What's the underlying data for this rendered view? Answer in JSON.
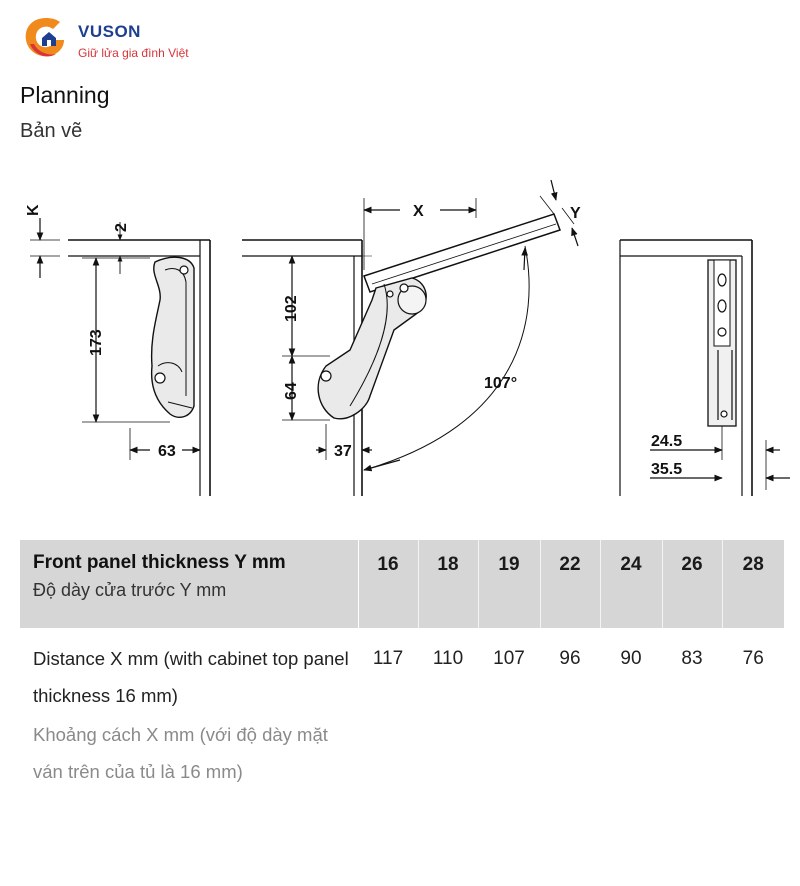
{
  "brand": {
    "name": "VUSON",
    "slogan": "Giữ lửa gia đình Việt",
    "colors": {
      "orange": "#f08a1c",
      "red": "#d8343a",
      "blue": "#1d3f8f"
    }
  },
  "header": {
    "title": "Planning",
    "subtitle": "Bản vẽ"
  },
  "diagram": {
    "left": {
      "k": "K",
      "two": "2",
      "h173": "173",
      "w63": "63"
    },
    "middle": {
      "x": "X",
      "y": "Y",
      "h102": "102",
      "h64": "64",
      "w37": "37",
      "angle": "107°"
    },
    "right": {
      "d245": "24.5",
      "d355": "35.5"
    }
  },
  "table": {
    "header_en": "Front panel thickness Y mm",
    "header_vi": "Độ dày cửa trước Y mm",
    "thickness_values": [
      "16",
      "18",
      "19",
      "22",
      "24",
      "26",
      "28"
    ],
    "row_en": "Distance X mm (with cabinet top panel thickness 16 mm)",
    "row_vi": "Khoảng cách X mm (với độ dày mặt ván trên của tủ là 16 mm)",
    "distance_values": [
      "117",
      "110",
      "107",
      "96",
      "90",
      "83",
      "76"
    ]
  }
}
